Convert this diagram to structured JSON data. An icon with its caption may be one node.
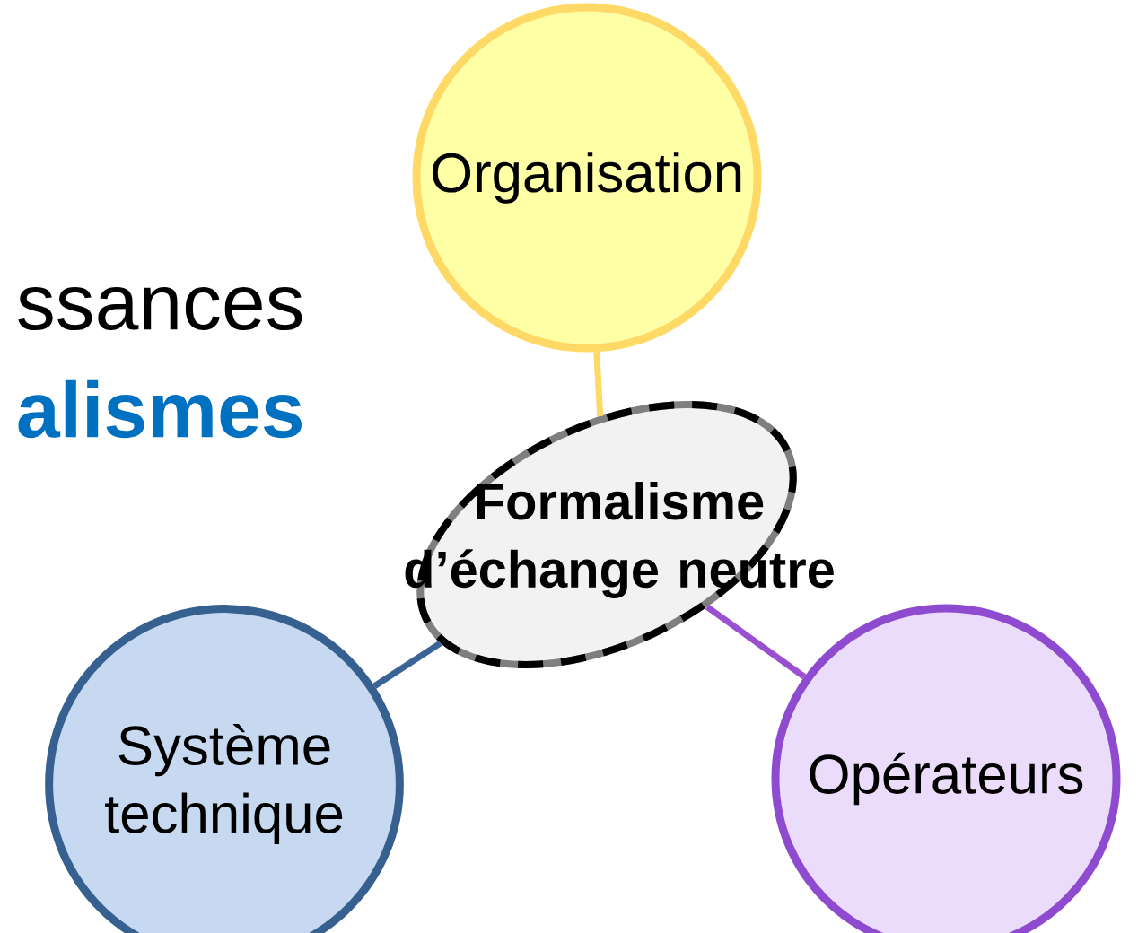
{
  "diagram": {
    "nodes": [
      {
        "text": [
          "Organisation"
        ]
      },
      {
        "text": [
          "Formalisme d’échange neutre"
        ]
      },
      {
        "text": [
          "Système technique"
        ]
      },
      {
        "text": [
          "Opérateurs"
        ]
      }
    ],
    "edges": [
      {
        "from": 0,
        "to": 1,
        "arrow": "none",
        "color": "#ffd966"
      },
      {
        "from": 2,
        "to": 1,
        "arrow": "none",
        "color": "#3a6496"
      },
      {
        "from": 3,
        "to": 1,
        "arrow": "none",
        "color": "#9a50d0"
      }
    ],
    "labels": [
      "ssances",
      "**alismes**"
    ]
  }
}
